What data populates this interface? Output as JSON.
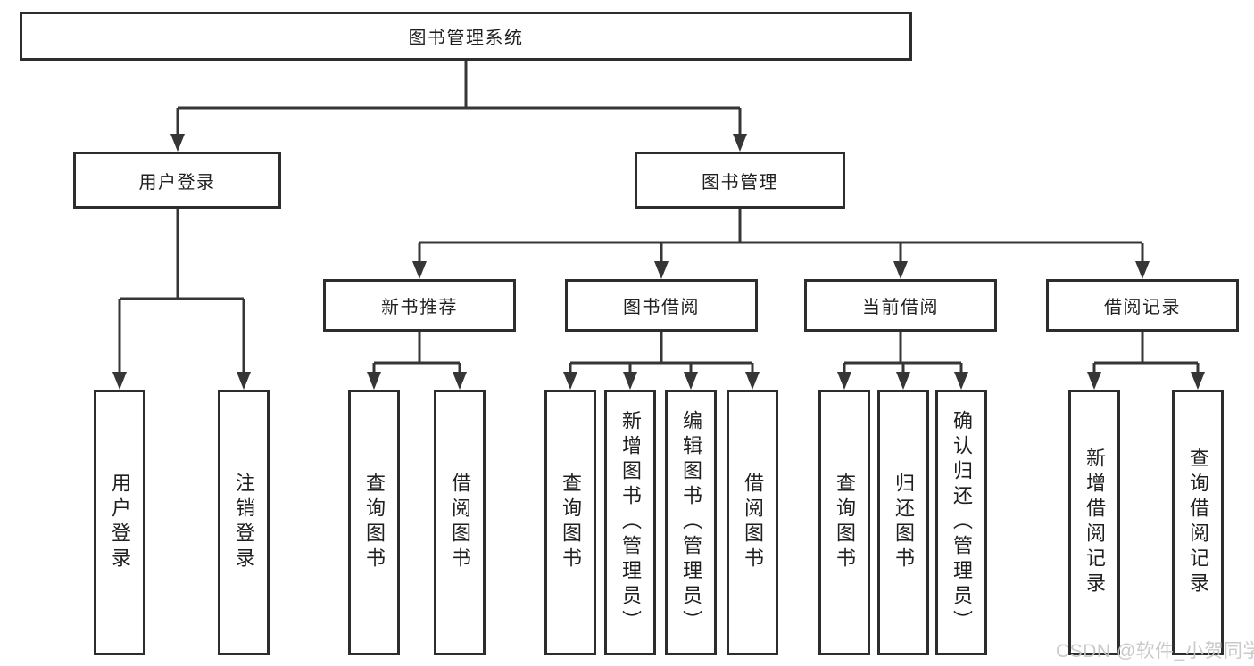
{
  "colors": {
    "background": "#ffffff",
    "line": "#363636",
    "box_border": "#2d2d2d",
    "text": "#1f1f1f",
    "watermark": "#c5c5c5"
  },
  "watermark": {
    "text": "CSDN @软件_小贺同学"
  },
  "diagram": {
    "root": {
      "label": "图书管理系统",
      "children": [
        {
          "label": "用户登录",
          "children": [
            {
              "label": "用户登录"
            },
            {
              "label": "注销登录"
            }
          ]
        },
        {
          "label": "图书管理",
          "children": [
            {
              "label": "新书推荐",
              "children": [
                {
                  "label": "查询图书"
                },
                {
                  "label": "借阅图书"
                }
              ]
            },
            {
              "label": "图书借阅",
              "children": [
                {
                  "label": "查询图书"
                },
                {
                  "label": "新增图书（管理员）"
                },
                {
                  "label": "编辑图书（管理员）"
                },
                {
                  "label": "借阅图书"
                }
              ]
            },
            {
              "label": "当前借阅",
              "children": [
                {
                  "label": "查询图书"
                },
                {
                  "label": "归还图书"
                },
                {
                  "label": "确认归还（管理员）"
                }
              ]
            },
            {
              "label": "借阅记录",
              "children": [
                {
                  "label": "新增借阅记录"
                },
                {
                  "label": "查询借阅记录"
                }
              ]
            }
          ]
        }
      ]
    }
  }
}
